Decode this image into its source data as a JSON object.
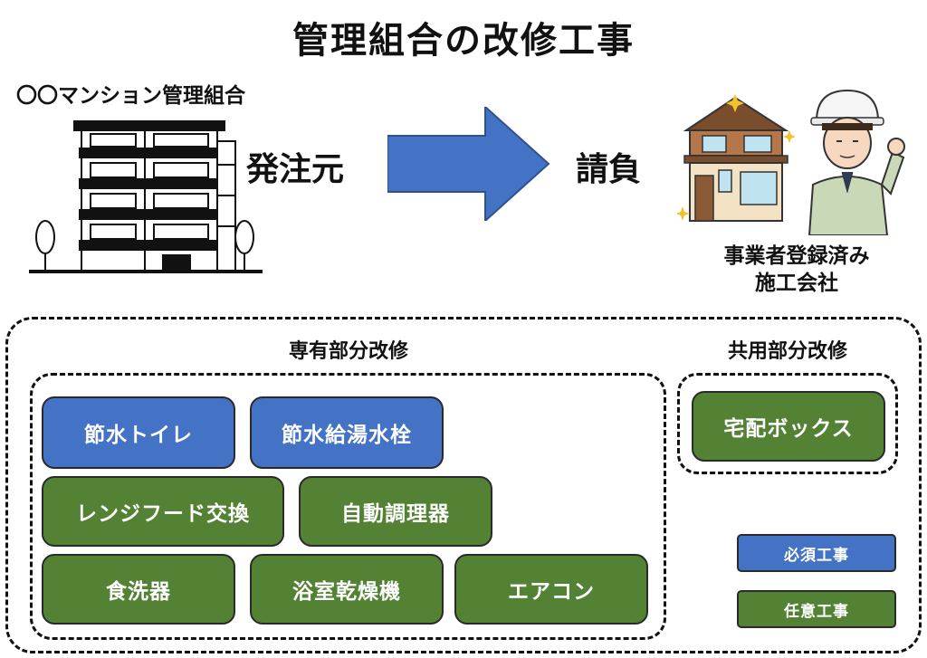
{
  "title": "管理組合の改修工事",
  "client": {
    "name": "〇〇マンション管理組合",
    "role": "発注元"
  },
  "contractor": {
    "role": "請負",
    "line1": "事業者登録済み",
    "line2": "施工会社"
  },
  "sections": {
    "private": {
      "label": "専有部分改修",
      "items": [
        "節水トイレ",
        "節水給湯水栓",
        "レンジフード交換",
        "自動調理器",
        "食洗器",
        "浴室乾燥機",
        "エアコン"
      ]
    },
    "common": {
      "label": "共用部分改修",
      "items": [
        "宅配ボックス"
      ]
    }
  },
  "legend": {
    "required": "必須工事",
    "optional": "任意工事"
  },
  "colors": {
    "required": "#4472c4",
    "optional": "#548235",
    "arrow": "#4472c4"
  }
}
